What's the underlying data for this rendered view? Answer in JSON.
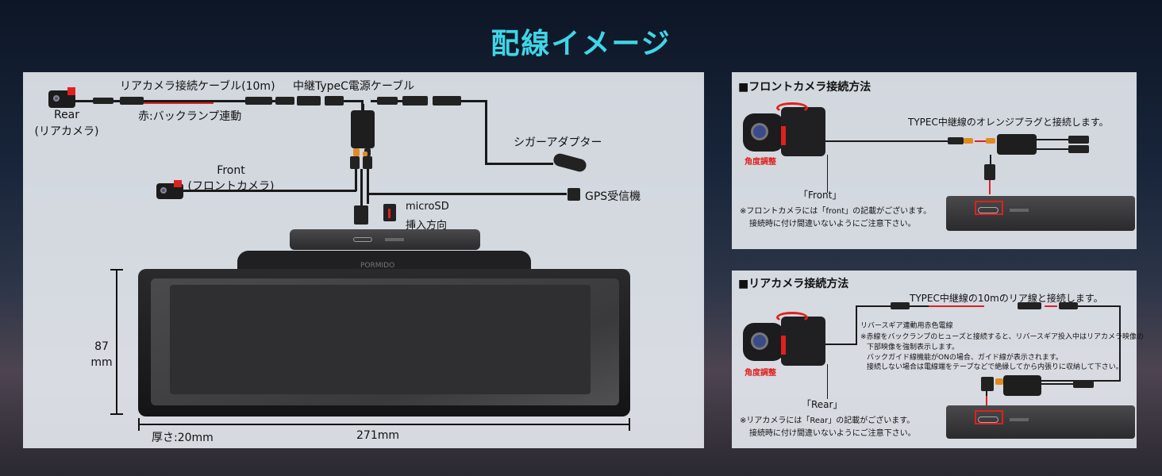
{
  "title": "配線イメージ",
  "main": {
    "rear_cable_label": "リアカメラ接続ケーブル(10m)",
    "relay_cable_label": "中継TypeC電源ケーブル",
    "rear_label": "Rear\n(リアカメラ)",
    "rear_label_line1": "Rear",
    "rear_label_line2": "(リアカメラ)",
    "red_wire_label": "赤:バックランプ連動",
    "cigar_label": "シガーアダプター",
    "front_label_line1": "Front",
    "front_label_line2": "(フロントカメラ)",
    "gps_label": "GPS受信機",
    "microsd_line1": "microSD",
    "microsd_line2": "挿入方向",
    "brand": "PORMIDO",
    "height_line1": "87",
    "height_line2": "mm",
    "thickness": "厚さ:20mm",
    "width": "271mm"
  },
  "front_panel": {
    "heading": "■フロントカメラ接続方法",
    "instruction": "TYPEC中継線のオレンジプラグと接続します。",
    "angle": "角度調整",
    "camera_label": "「Front」",
    "note_line1": "※フロントカメラには「front」の記載がございます。",
    "note_line2": "接続時に付け間違いないようにご注意下さい。"
  },
  "rear_panel": {
    "heading": "■リアカメラ接続方法",
    "instruction": "TYPEC中継線の10mのリア線と接続します。",
    "red_wire_title": "リバースギア連動用赤色電線",
    "red_wire_note1": "※赤線をバックランプのヒューズと接続すると、リバースギア投入中はリアカメラ映像の",
    "red_wire_note2": "下部映像を強制表示します。",
    "red_wire_note3": "バックガイド線機能がONの場合、ガイド線が表示されます。",
    "red_wire_note4": "接続しない場合は電線端をテープなどで絶縁してから内張りに収納して下さい。",
    "angle": "角度調整",
    "camera_label": "「Rear」",
    "note_line1": "※リアカメラには「Rear」の記載がございます。",
    "note_line2": "接続時に付け間違いないようにご注意下さい。"
  },
  "colors": {
    "title": "#3fd6e6",
    "accent_red": "#e02020",
    "orange_plug": "#e08a20",
    "panel": "#e8ecf2"
  }
}
